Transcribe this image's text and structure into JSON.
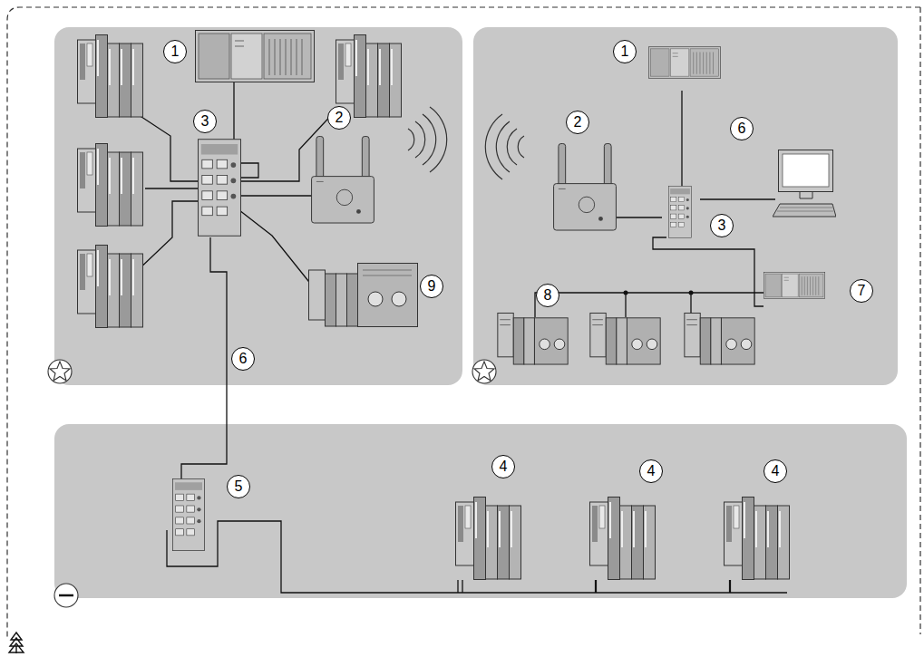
{
  "diagram": {
    "labels": [
      "1",
      "3",
      "2",
      "9",
      "6",
      "1",
      "6",
      "2",
      "3",
      "8",
      "7",
      "5",
      "4",
      "4",
      "4"
    ]
  }
}
